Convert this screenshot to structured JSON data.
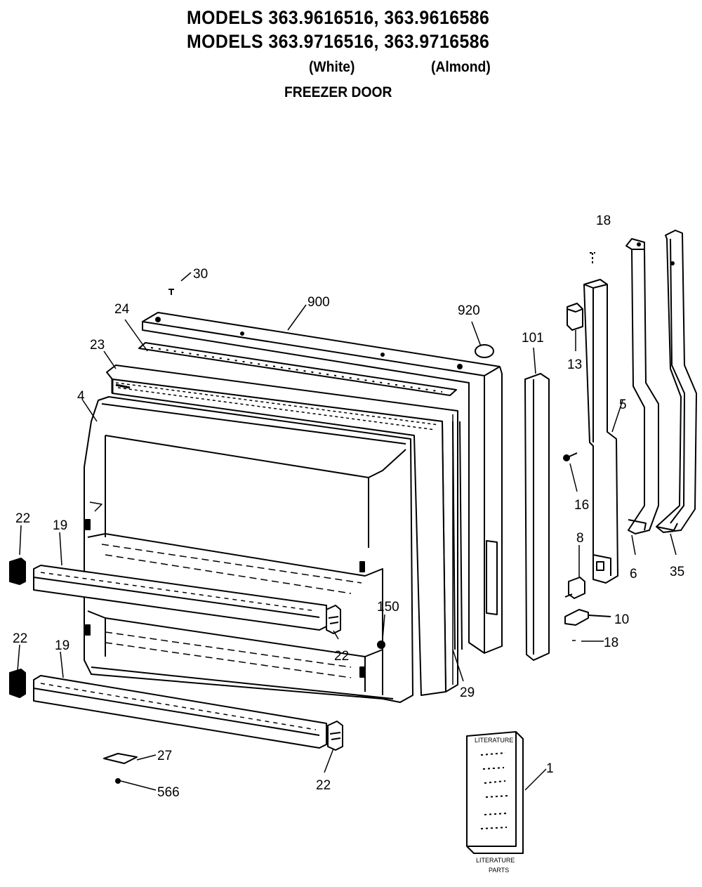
{
  "header": {
    "line1": "MODELS 363.9616516, 363.9616586",
    "line2": "MODELS 363.9716516, 363.9716586",
    "white": "(White)",
    "almond": "(Almond)",
    "title": "FREEZER DOOR"
  },
  "callouts": {
    "c30": "30",
    "c900": "900",
    "c920": "920",
    "c24": "24",
    "c23": "23",
    "c4": "4",
    "c101": "101",
    "c18a": "18",
    "c13": "13",
    "c5": "5",
    "c16": "16",
    "c6": "6",
    "c35": "35",
    "c8": "8",
    "c10": "10",
    "c18b": "18",
    "c22a": "22",
    "c19a": "19",
    "c150": "150",
    "c22b": "22",
    "c22c": "22",
    "c19b": "19",
    "c29": "29",
    "c27": "27",
    "c566": "566",
    "c22d": "22",
    "c1": "1"
  },
  "literature": {
    "cover": "LITERATURE",
    "line1": "LITERATURE",
    "line2": "PARTS"
  }
}
